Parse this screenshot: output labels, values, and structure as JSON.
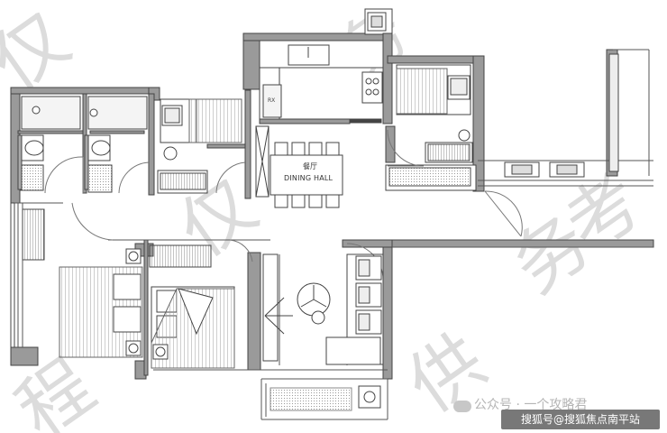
{
  "plan": {
    "dining_label_cn": "餐厅",
    "dining_label_en": "DINING HALL",
    "fridge_label": "RX"
  },
  "watermark": {
    "background_text": "仅供参考",
    "account_line": "公众号 · 一个攻略君"
  },
  "credit": "搜狐号@搜狐焦点南平站",
  "colors": {
    "wall": "#4a4a4a",
    "wall_fill": "#9a9a9a",
    "line": "#5a5a5a",
    "hatch": "#b0b0b0",
    "watermark": "#cfcfcf",
    "credit_bg": "#5a5a5a"
  }
}
